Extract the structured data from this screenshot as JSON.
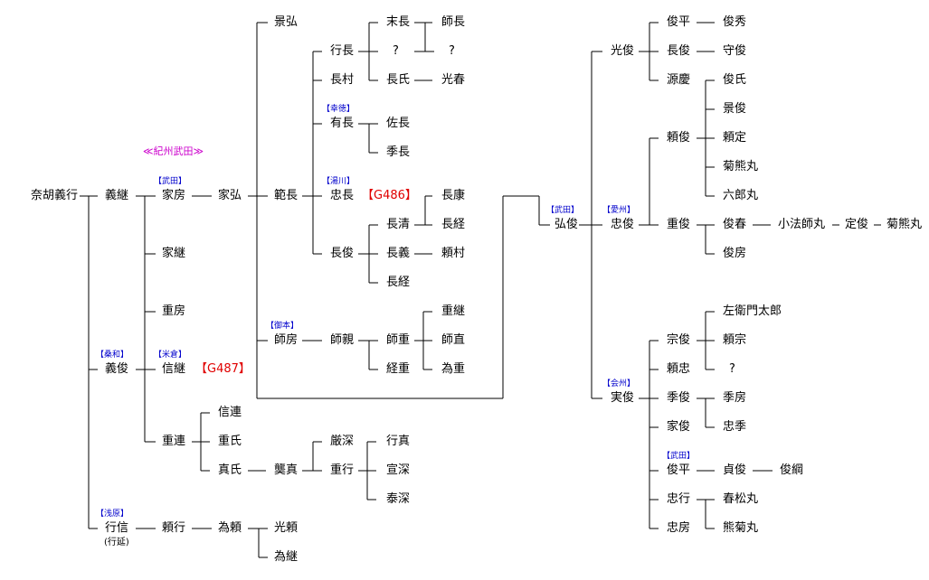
{
  "clan_heading": "≪紀州武田≫",
  "tags": {
    "takeda": "【武田】",
    "kuwawa": "【桑和】",
    "asahara": "【浅原】",
    "yonekura": "【米倉】",
    "mimoto": "【御本】",
    "kotoku": "【幸徳】",
    "yukawa": "【湯川】",
    "aishu": "【愛州】",
    "aishu2": "【会州】"
  },
  "refs": {
    "g486": "【G486】",
    "g487": "【G487】"
  },
  "people": {
    "yoshiyuki": "奈胡義行",
    "yoshitsugu": "義継",
    "yoshitoshi": "義俊",
    "yukinobu": "行信",
    "yukinobu_alias": "(行延)",
    "ienobu": "家房",
    "ietsugu": "家継",
    "shigefusa": "重房",
    "nobutsugu": "信継",
    "shigetsura": "重連",
    "yoriyuki": "頼行",
    "iehiro": "家弘",
    "nobutsura": "信連",
    "shigeuji": "重氏",
    "sanuji": "真氏",
    "tameyori": "為頼",
    "kagehiro": "景弘",
    "norinaga": "範長",
    "morofusa": "師房",
    "kamasane": "龑真",
    "mitsuyori": "光頼",
    "tametsugu": "為継",
    "yukinaga": "行長",
    "nagamura": "長村",
    "arinaga": "有長",
    "tadanaga": "忠長",
    "nagatoshi": "長俊",
    "morochika": "師親",
    "gonshin": "厳深",
    "shigeyuki": "重行",
    "suenaga": "末長",
    "unknown_a": "?",
    "nagauji": "長氏",
    "suketaka": "佐長",
    "suenaga2": "季長",
    "nagakiyo": "長清",
    "nagayoshi": "長義",
    "nagatsune": "長経",
    "moroshige": "師重",
    "tsuneshige": "経重",
    "yukizane": "行真",
    "senshin": "宣深",
    "taishin": "泰深",
    "shicho": "師長",
    "unknown_b": "?",
    "mitsuharu": "光春",
    "nagayasu": "長康",
    "nagatsune2": "長経",
    "yorimura": "頼村",
    "shigetsugu": "重継",
    "moronao": "師直",
    "tameshige": "為重",
    "hirotoshi": "弘俊",
    "mitsutoshi": "光俊",
    "tadatoshi": "忠俊",
    "sanetoshi": "実俊",
    "shunpei": "俊平",
    "nagatoshi2": "長俊",
    "genkei": "源慶",
    "yoritoshi": "頼俊",
    "shigetoshi": "重俊",
    "munetoshi": "宗俊",
    "yoritada": "頼忠",
    "suetoshi": "季俊",
    "ietoshi": "家俊",
    "shunpei2": "俊平",
    "tadayuki": "忠行",
    "tadafusa": "忠房",
    "shunshu": "俊秀",
    "moritoshi": "守俊",
    "toshiuji": "俊氏",
    "kagetoshi": "景俊",
    "yorisada": "頼定",
    "kikukumamaru": "菊熊丸",
    "rokuromaru": "六郎丸",
    "toshiharu": "俊春",
    "toshifusa": "俊房",
    "saemon": "左衛門太郎",
    "yorimune": "頼宗",
    "unknown_c": "?",
    "suefusa": "季房",
    "tadasue": "忠季",
    "sadatoshi": "貞俊",
    "harumatsumaru": "春松丸",
    "kumakikumaru": "熊菊丸",
    "kohoshimaru": "小法師丸",
    "sadatoshi2": "定俊",
    "kikukumamaru2": "菊熊丸",
    "toshitsuna": "俊綱"
  }
}
